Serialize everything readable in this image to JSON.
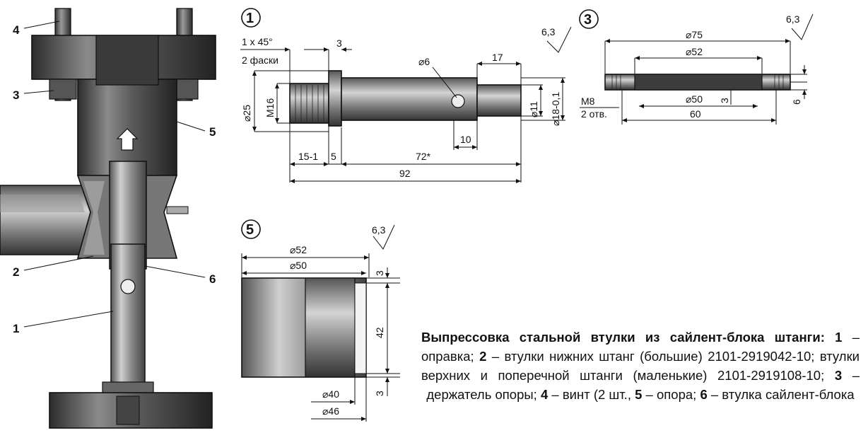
{
  "callouts": {
    "c1": "1",
    "c2": "2",
    "c3": "3",
    "c4": "4",
    "c5": "5",
    "c6": "6"
  },
  "detail1": {
    "number": "1",
    "roughness": "6,3",
    "chamfer_line1": "1 x 45°",
    "chamfer_line2": "2 фаски",
    "dim_3": "3",
    "dim_d6": "⌀6",
    "dim_17": "17",
    "dim_d25": "⌀25",
    "dim_m16": "M16",
    "dim_d11": "⌀11",
    "dim_d18": "⌀18-0,1",
    "dim_10": "10",
    "dim_15": "15-1",
    "dim_5": "5",
    "dim_72": "72*",
    "dim_92": "92"
  },
  "detail3": {
    "number": "3",
    "roughness": "6,3",
    "dim_d75": "⌀75",
    "dim_d52": "⌀52",
    "dim_d50": "⌀50",
    "dim_3": "3",
    "dim_6": "6",
    "dim_m8": "M8",
    "dim_holes": "2 отв.",
    "dim_60": "60"
  },
  "detail5": {
    "number": "5",
    "roughness": "6,3",
    "dim_d52": "⌀52",
    "dim_d50": "⌀50",
    "dim_3a": "3",
    "dim_42": "42",
    "dim_3b": "3",
    "dim_d40": "⌀40",
    "dim_d46": "⌀46"
  },
  "caption": {
    "title": "Выпрессовка стальной втулки из сайлент-блока штанги:",
    "items": [
      {
        "num": "1",
        "text": " – оправка; "
      },
      {
        "num": "2",
        "text": " – втулки нижних штанг (большие) 2101-2919042-10; втулки верхних и поперечной штанги (маленькие) 2101-2919108-10; "
      },
      {
        "num": "3",
        "text": " – держатель опоры; "
      },
      {
        "num": "4",
        "text": " – винт (2 шт., "
      },
      {
        "num": "5",
        "text": " – опора; "
      },
      {
        "num": "6",
        "text": " – втулка сайлент-блока"
      }
    ]
  },
  "colors": {
    "metal_dark": "#3a3a3a",
    "metal_mid": "#6e6e6e",
    "metal_light": "#bdbdbd",
    "ink": "#111111"
  }
}
